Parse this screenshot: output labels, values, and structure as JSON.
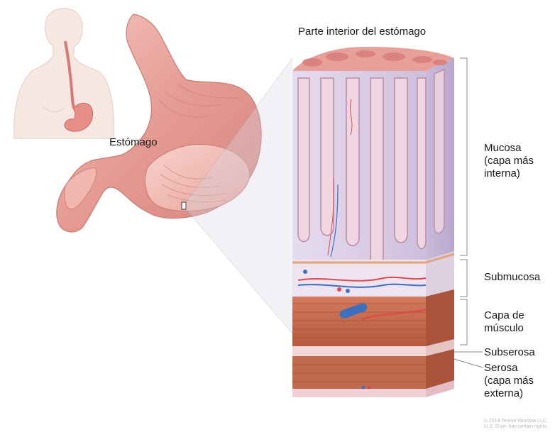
{
  "title": "Parte interior del estómago",
  "organ_label": "Estómago",
  "layers": {
    "mucosa": [
      "Mucosa",
      "(capa más",
      "interna)"
    ],
    "submucosa": [
      "Submucosa"
    ],
    "muscle": [
      "Capa de",
      "músculo"
    ],
    "subserosa": [
      "Subserosa"
    ],
    "serosa": [
      "Serosa",
      "(capa más",
      "externa)"
    ]
  },
  "credit": [
    "© 2019 Terese Winslow LLC",
    "U.S. Govt. has certain rights"
  ],
  "colors": {
    "tissue_pink": "#e9a8a4",
    "mucosa_bg": "#d9cde6",
    "muscle": "#c8684a",
    "vein": "#3b6fbf",
    "bracket": "#888888"
  }
}
